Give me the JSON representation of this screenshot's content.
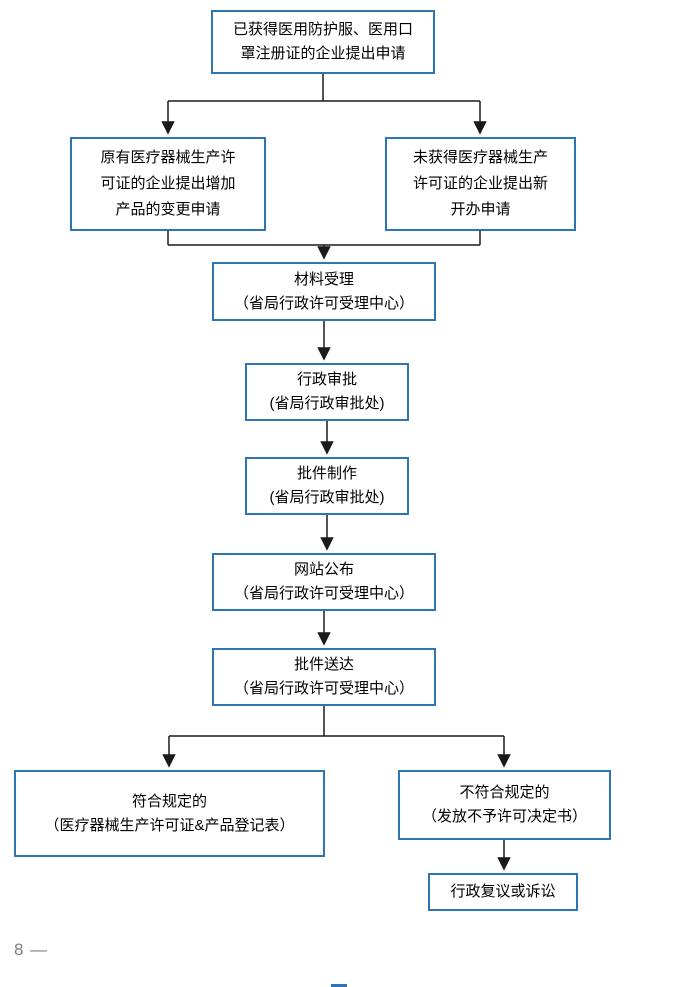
{
  "page": {
    "footer": "8 —",
    "background_color": "#ffffff"
  },
  "flowchart": {
    "colors": {
      "box_border": "#2E75B6",
      "connector_line": "#1a1a1a",
      "text": "#000000",
      "footer_text": "#7F7F7F"
    },
    "nodes": {
      "apply": {
        "lines": [
          "已获得医用防护服、医用口",
          "罩注册证的企业提出申请"
        ]
      },
      "change": {
        "lines": [
          "原有医疗器械生产许",
          "可证的企业提出增加",
          "产品的变更申请"
        ]
      },
      "new_open": {
        "lines": [
          "未获得医疗器械生产",
          "许可证的企业提出新",
          "开办申请"
        ]
      },
      "acceptance": {
        "lines": [
          "材料受理",
          "（省局行政许可受理中心）"
        ]
      },
      "approval": {
        "lines": [
          "行政审批",
          "(省局行政审批处)"
        ]
      },
      "production": {
        "lines": [
          "批件制作",
          "(省局行政审批处)"
        ]
      },
      "website": {
        "lines": [
          "网站公布",
          "（省局行政许可受理中心）"
        ]
      },
      "delivery": {
        "lines": [
          "批件送达",
          "（省局行政许可受理中心）"
        ]
      },
      "compliant": {
        "lines": [
          "符合规定的",
          "（医疗器械生产许可证&产品登记表）"
        ]
      },
      "noncompliant": {
        "lines": [
          "不符合规定的",
          "（发放不予许可决定书）"
        ]
      },
      "litigation": {
        "lines": [
          "行政复议或诉讼"
        ]
      }
    }
  }
}
